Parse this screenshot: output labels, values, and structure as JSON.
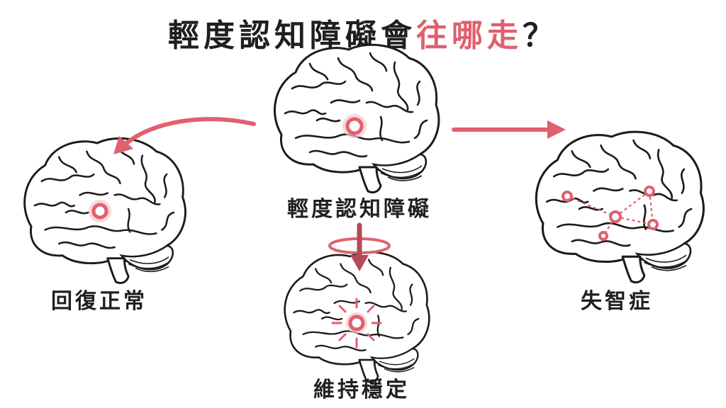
{
  "title": {
    "main": "輕度認知障礙會",
    "accent": "往哪走",
    "suffix": "？"
  },
  "center": {
    "label": "輕度認知障礙"
  },
  "left": {
    "label": "回復正常"
  },
  "bottom": {
    "label": "維持穩定"
  },
  "right": {
    "label": "失智症"
  },
  "colors": {
    "accent": "#e0606e",
    "accent_light": "#f6c6cb",
    "dark_arrow": "#b24a5a",
    "ink": "#1c1c1c"
  },
  "icons": {
    "left_arrow": "curved-arrow-left",
    "right_arrow": "arrow-right",
    "down_arrow": "arrow-down",
    "loop": "circular-loop",
    "focus": "hotspot-dot",
    "network": "spread-network",
    "burst": "radiating-lines"
  }
}
